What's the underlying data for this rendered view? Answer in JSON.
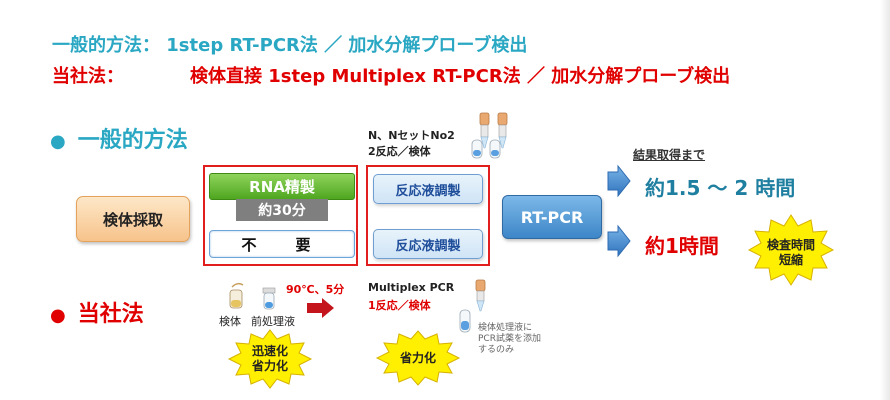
{
  "header": {
    "line1": "一般的方法： 1step RT-PCR法 ／ 加水分解プローブ検出",
    "line2_label": "当社法：",
    "line2_text": "検体直接 1step Multiplex RT-PCR法 ／ 加水分解プローブ検出"
  },
  "sections": {
    "general": "一般的方法",
    "ours": "当社法"
  },
  "flow": {
    "specimen_collection": "検体採取",
    "rna_purification": "RNA精製",
    "rna_time": "約30分",
    "not_needed": "不　要",
    "reaction_prep_1": "反応液調製",
    "reaction_prep_2": "反応液調製",
    "rt_pcr": "RT-PCR"
  },
  "general_kit": {
    "name": "N、NセットNo2",
    "detail": "2反応／検体"
  },
  "ours_kit": {
    "name": "Multiplex PCR",
    "detail": "1反応／検体",
    "note": "検体処理液に PCR試薬を添加 するのみ"
  },
  "pretreatment": {
    "condition": "90℃、5分",
    "tube1_label": "検体",
    "tube2_label": "前処理液"
  },
  "results": {
    "label": "結果取得まで",
    "general_time": "約1.5 ～ 2 時間",
    "ours_time": "約1時間"
  },
  "badges": {
    "shorten": "検査時間\n短縮",
    "speed": "迅速化\n省力化",
    "labor": "省力化"
  },
  "colors": {
    "teal": "#2aa7c3",
    "red": "#e00000",
    "burst_yellow": "#ffef00",
    "arrow_blue": "#3f86cf"
  }
}
